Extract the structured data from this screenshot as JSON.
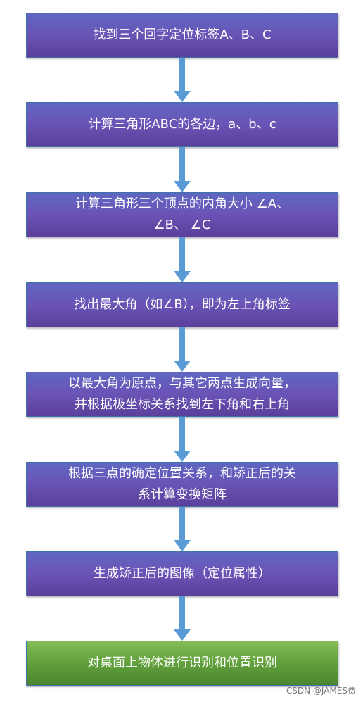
{
  "steps": [
    "找到三个回字定位标签A、B、C",
    "计算三角形ABC的各边，a、b、c",
    "计算三角形三个顶点的内角大小 ∠A、\n∠B、 ∠C",
    "找出最大角（如∠B），即为左上角标签",
    "以最大角为原点，与其它两点生成向量，\n并根据极坐标关系找到左下角和右上角",
    "根据三点的确定位置关系，和矫正后的关\n系计算变换矩阵",
    "生成矫正后的图像（定位属性）",
    "对桌面上物体进行识别和位置识别"
  ],
  "colors": {
    "purple_box": "#6a54b6",
    "green_box": "#5f9f3b",
    "arrow": "#5b9bd5"
  },
  "watermark": "CSDN @JAMES费"
}
